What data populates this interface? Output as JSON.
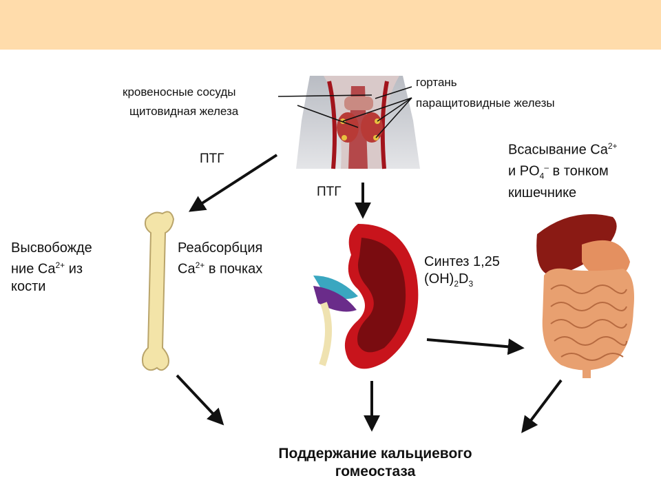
{
  "colors": {
    "header": "#ffdcab",
    "kidney": "#c8141c",
    "liver": "#8a1a14",
    "intestine": "#e8a070",
    "bone": "#f3e4a8"
  },
  "labels": {
    "blood_vessels": "кровеносные сосуды",
    "thyroid": "щитовидная железа",
    "larynx": "гортань",
    "parathyroid": "паращитовидные железы",
    "ptg_left": "ПТГ",
    "ptg_center": "ПТГ",
    "release_line1": "Высвобожде",
    "release_line2_pre": "ние  Ca",
    "release_line2_sup": "2+",
    "release_line2_post": " из",
    "release_line3": "кости",
    "reabs_line1": "Реабсорбция",
    "reabs_line2_pre": "Ca",
    "reabs_line2_sup": "2+",
    "reabs_line2_post": " в почках",
    "synth_line1": "Синтез 1,25",
    "synth_line2_a": "(OH)",
    "synth_line2_sub1": "2",
    "synth_line2_b": "D",
    "synth_line2_sub2": "3",
    "absorb_line1_pre": "Всасывание Ca",
    "absorb_line1_sup": "2+",
    "absorb_line2_a": "и PO",
    "absorb_line2_sub": "4",
    "absorb_line2_sup": "–",
    "absorb_line2_b": "  в тонком",
    "absorb_line3": "кишечнике",
    "homeostasis_line1": "Поддержание кальциевого",
    "homeostasis_line2": "гомеостаза"
  }
}
